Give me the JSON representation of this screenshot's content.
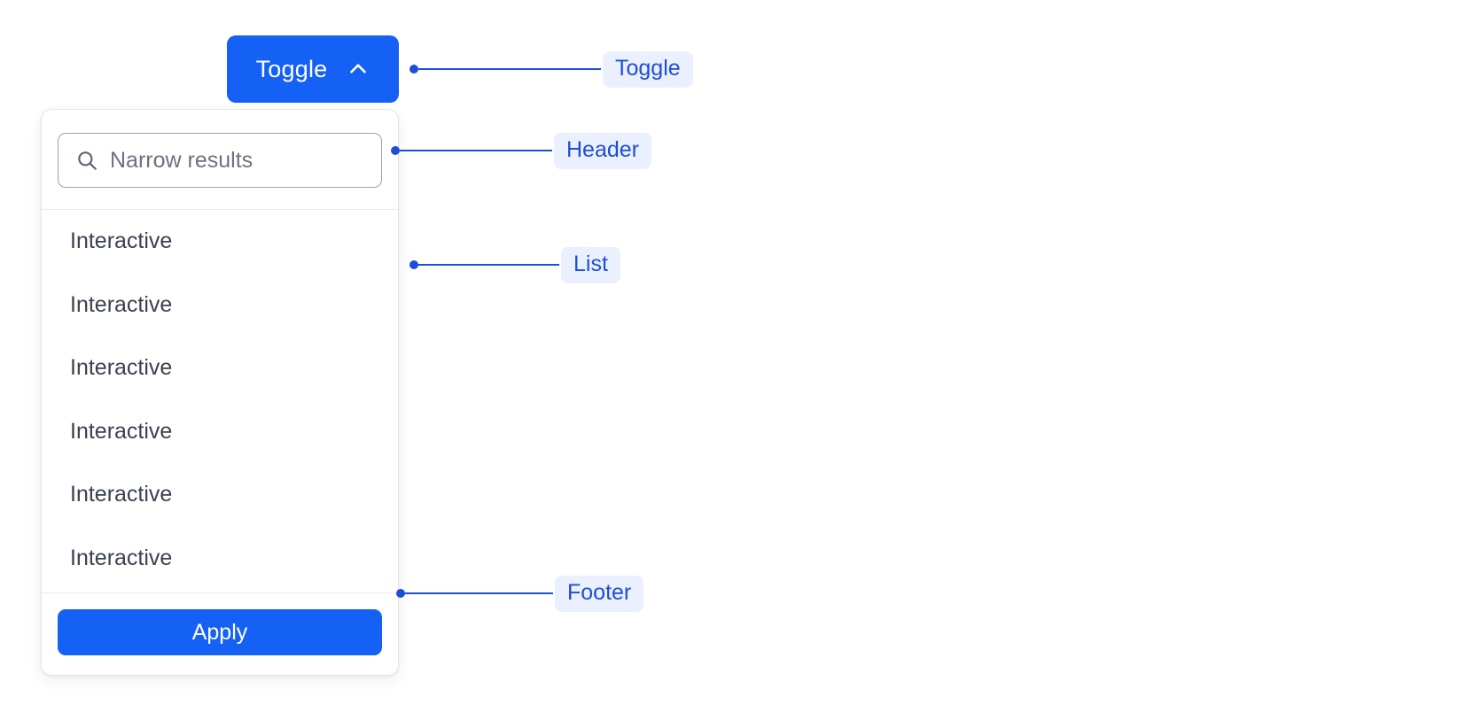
{
  "toggle": {
    "label": "Toggle",
    "icon": "chevron-up-icon",
    "expanded": true,
    "background_color": "#1661f5",
    "text_color": "#ffffff"
  },
  "panel": {
    "header": {
      "search": {
        "placeholder": "Narrow results",
        "value": "",
        "icon": "search-icon"
      }
    },
    "list": {
      "items": [
        {
          "label": "Interactive"
        },
        {
          "label": "Interactive"
        },
        {
          "label": "Interactive"
        },
        {
          "label": "Interactive"
        },
        {
          "label": "Interactive"
        },
        {
          "label": "Interactive"
        }
      ]
    },
    "footer": {
      "apply_label": "Apply",
      "apply_background_color": "#1661f5"
    }
  },
  "annotations": [
    {
      "label": "Toggle",
      "target": "toggle-button"
    },
    {
      "label": "Header",
      "target": "panel-header"
    },
    {
      "label": "List",
      "target": "panel-list"
    },
    {
      "label": "Footer",
      "target": "panel-footer"
    }
  ],
  "colors": {
    "accent_blue": "#1661f5",
    "annotation_blue": "#1d4ed8",
    "annotation_pill_bg": "#eaf0fd",
    "text_dark": "#3b4250",
    "placeholder_gray": "#6b7280",
    "border_gray": "#e4e6ea",
    "page_background": "#ffffff"
  }
}
